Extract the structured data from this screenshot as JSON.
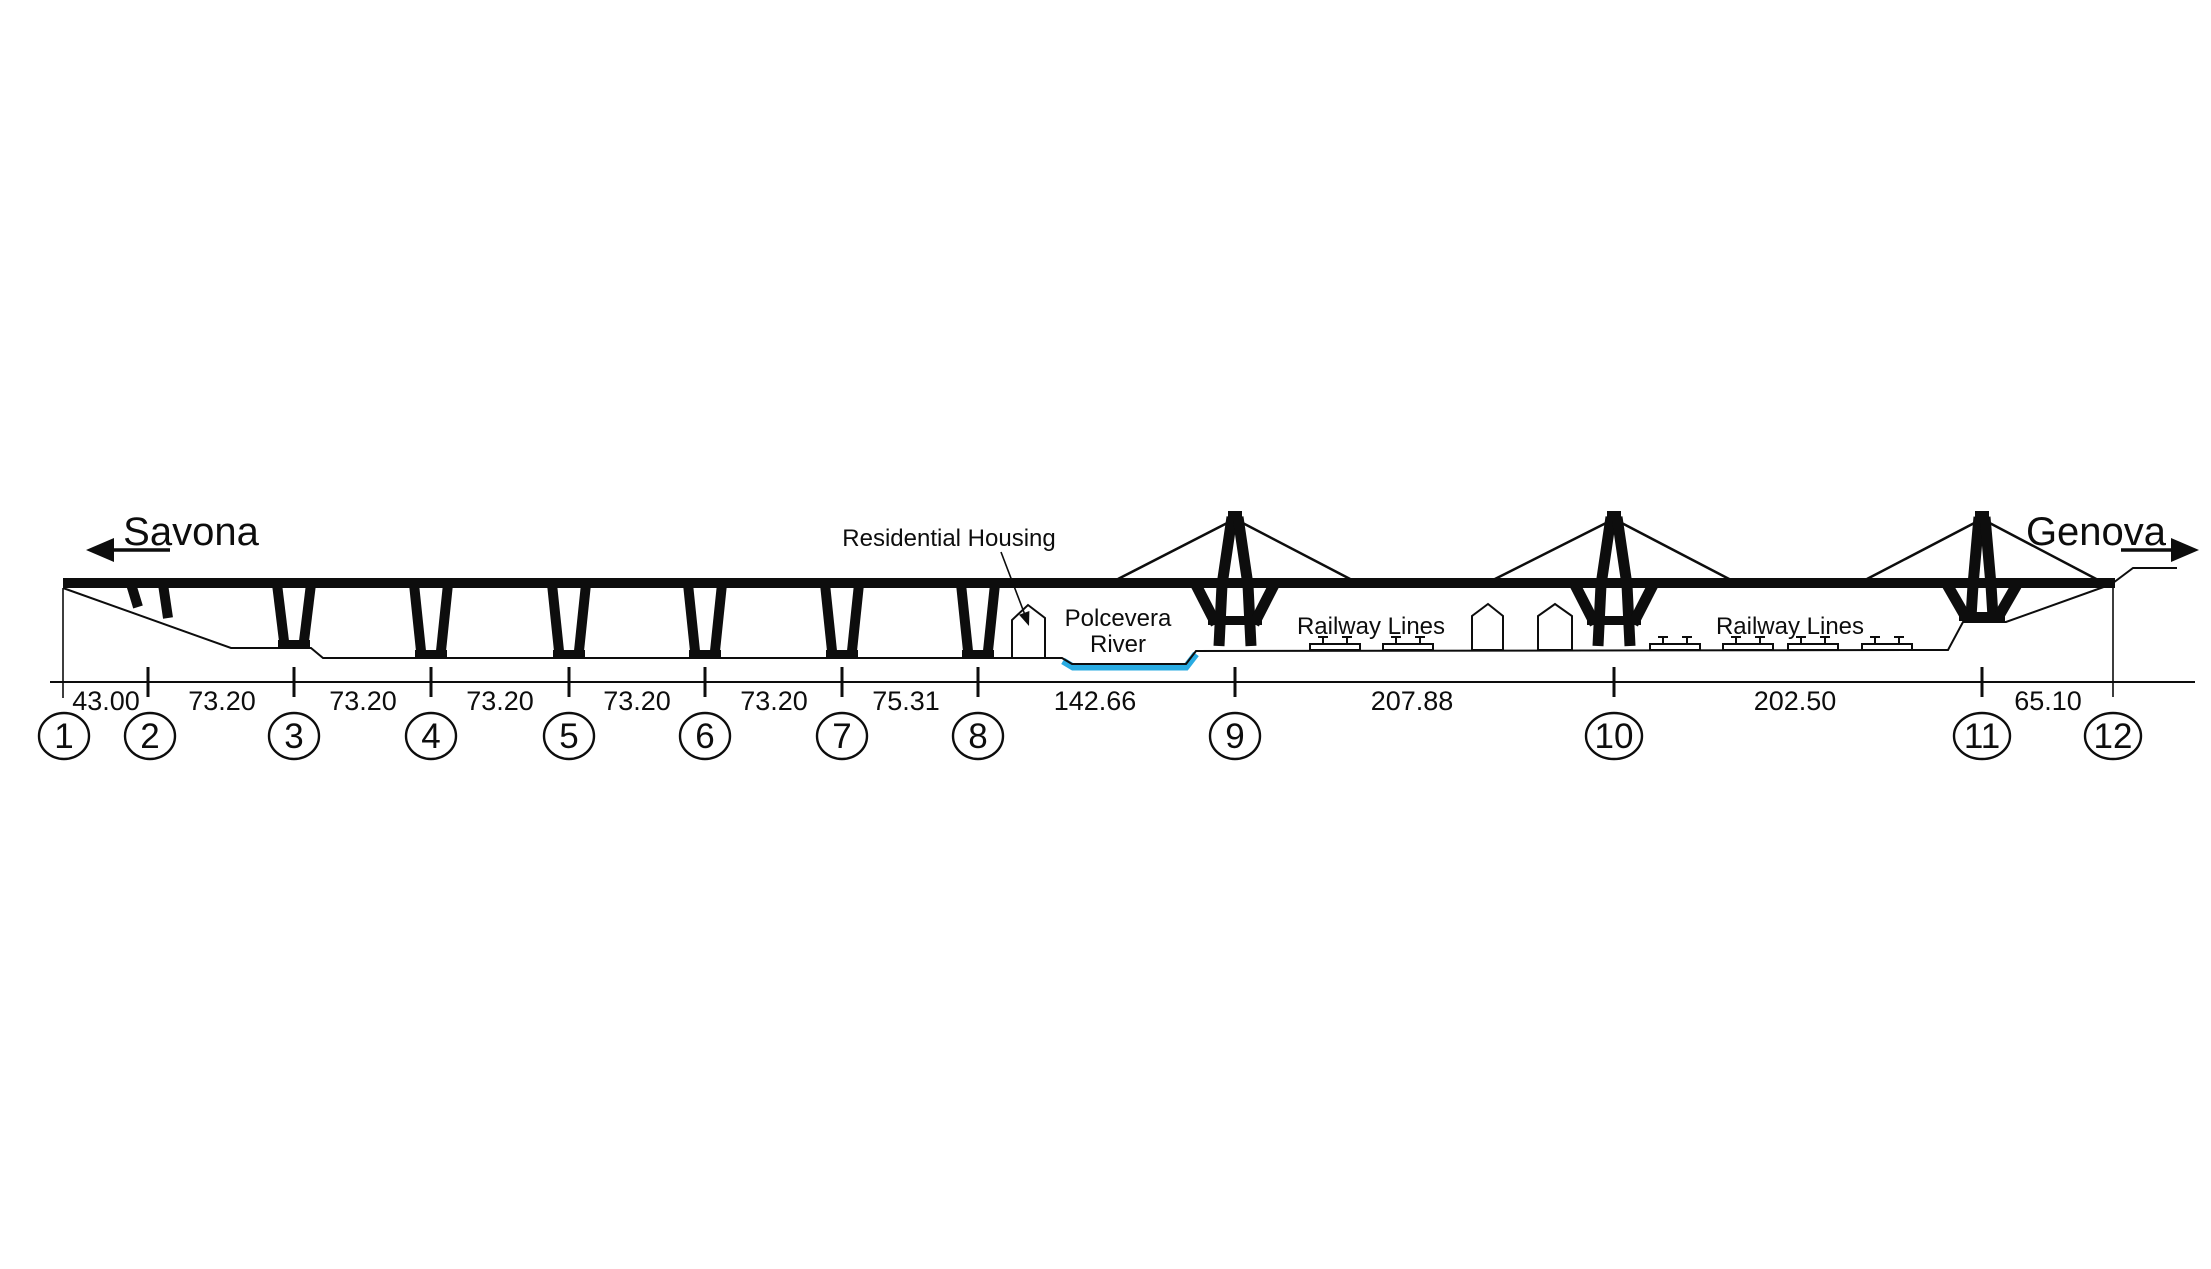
{
  "directions": {
    "left": "Savona",
    "right": "Genova"
  },
  "labels": {
    "residential": "Residential Housing",
    "river_line1": "Polcevera",
    "river_line2": "River",
    "railway_left": "Railway Lines",
    "railway_right": "Railway Lines"
  },
  "span_lengths": [
    "43.00",
    "73.20",
    "73.20",
    "73.20",
    "73.20",
    "73.20",
    "75.31",
    "142.66",
    "207.88",
    "202.50",
    "65.10"
  ],
  "pier_numbers": [
    "1",
    "2",
    "3",
    "4",
    "5",
    "6",
    "7",
    "8",
    "9",
    "10",
    "11",
    "12"
  ],
  "colors": {
    "ink": "#0d0d0d",
    "river_blue": "#29abe2",
    "background": "#ffffff"
  }
}
